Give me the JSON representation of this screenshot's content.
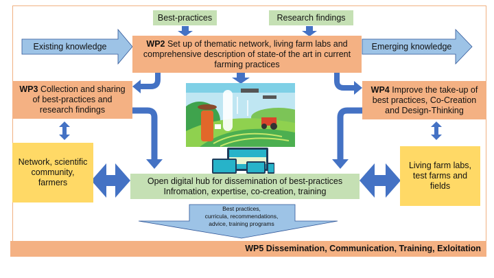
{
  "diagram": {
    "inputs": {
      "best_practices": "Best-practices",
      "research_findings": "Research findings",
      "existing_knowledge": "Existing knowledge",
      "emerging_knowledge": "Emerging knowledge"
    },
    "wp2": {
      "code": "WP2",
      "text": "Set up of thematic network, living farm labs and comprehensive description of state-of the art in current farming practices"
    },
    "wp3": {
      "code": "WP3",
      "text": "Collection and sharing of best-practices and research findings"
    },
    "wp4": {
      "code": "WP4",
      "text": "Improve the take-up of best practices, Co-Creation and Design-Thinking"
    },
    "network_box": "Network, scientific community, farmers",
    "living_labs_box": "Living farm labs, test farms and fields",
    "hub": {
      "line1": "Open digital hub for dissemination of best-practices",
      "line2": "Infromation, expertise, co-creation, training"
    },
    "outputs_arrow": {
      "line1": "Best practices,",
      "line2": "curricula, recommendations,",
      "line3": "advice, training programs"
    },
    "wp5": "WP5 Dissemination, Communication, Training, Exloitation",
    "illustration": "smart-farming-illustration",
    "colors": {
      "orange": "#f4b183",
      "green": "#c5e0b4",
      "yellow": "#ffd966",
      "arrow_blue": "#4472c4",
      "light_blue": "#9dc3e6",
      "frame": "#f0b080"
    }
  }
}
